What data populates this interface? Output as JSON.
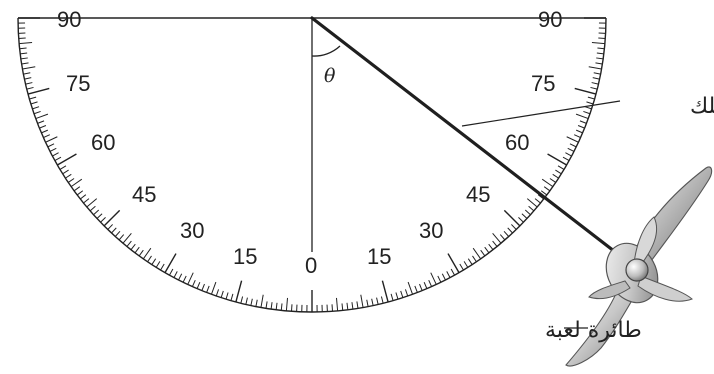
{
  "scale_labels": {
    "left_90": "90",
    "right_90": "90",
    "left_75": "75",
    "right_75": "75",
    "left_60": "60",
    "right_60": "60",
    "left_45": "45",
    "right_45": "45",
    "left_30": "30",
    "right_30": "30",
    "left_15": "15",
    "right_15": "15",
    "zero": "0"
  },
  "angle_symbol": "θ",
  "callouts": {
    "string_label": "سلك",
    "plane_label": "طائرة لعبة"
  },
  "colors": {
    "line": "#222222",
    "plane_light": "#d6d6d6",
    "plane_mid": "#a9a9a9",
    "plane_dark": "#6f6f6f"
  },
  "icons": {
    "plane": "toy-airplane-icon"
  }
}
